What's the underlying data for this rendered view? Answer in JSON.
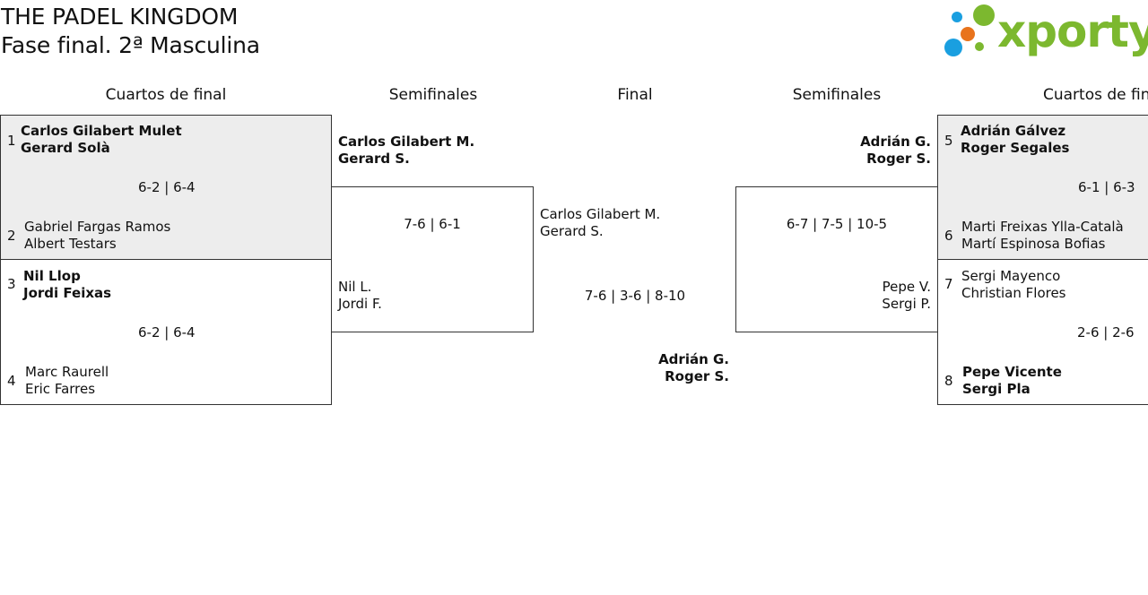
{
  "header": {
    "title": "THE PADEL KINGDOM",
    "subtitle": "Fase final. 2ª Masculina",
    "logo_text": "xporty",
    "logo_colors": {
      "green": "#7cb82f",
      "blue": "#1a9fe0",
      "orange": "#e8731c"
    }
  },
  "rounds": {
    "left_quarters": "Cuartos de final",
    "left_semis": "Semifinales",
    "final": "Final",
    "right_semis": "Semifinales",
    "right_quarters": "Cuartos de final"
  },
  "quarters": {
    "q1": {
      "team_a": {
        "seed": "1",
        "p1": "Carlos Gilabert Mulet",
        "p2": "Gerard Solà"
      },
      "team_b": {
        "seed": "2",
        "p1": "Gabriel Fargas Ramos",
        "p2": "Albert Testars"
      },
      "score": "6-2 | 6-4"
    },
    "q2": {
      "team_a": {
        "seed": "3",
        "p1": "Nil Llop",
        "p2": "Jordi Feixas"
      },
      "team_b": {
        "seed": "4",
        "p1": "Marc Raurell",
        "p2": "Eric Farres"
      },
      "score": "6-2 | 6-4"
    },
    "q3": {
      "team_a": {
        "seed": "5",
        "p1": "Adrián Gálvez",
        "p2": "Roger Segales"
      },
      "team_b": {
        "seed": "6",
        "p1": "Marti Freixas Ylla-Català",
        "p2": "Martí Espinosa Bofias"
      },
      "score": "6-1 | 6-3"
    },
    "q4": {
      "team_a": {
        "seed": "7",
        "p1": "Sergi Mayenco",
        "p2": "Christian Flores"
      },
      "team_b": {
        "seed": "8",
        "p1": "Pepe Vicente",
        "p2": "Sergi Pla"
      },
      "score": "2-6 | 2-6"
    }
  },
  "semis": {
    "left": {
      "team_a": {
        "p1": "Carlos Gilabert M.",
        "p2": "Gerard S."
      },
      "team_b": {
        "p1": "Nil L.",
        "p2": "Jordi F."
      },
      "score": "7-6 | 6-1"
    },
    "right": {
      "team_a": {
        "p1": "Adrián G.",
        "p2": "Roger S."
      },
      "team_b": {
        "p1": "Pepe V.",
        "p2": "Sergi P."
      },
      "score": "6-7 | 7-5 | 10-5"
    }
  },
  "final": {
    "team_a": {
      "p1": "Carlos Gilabert M.",
      "p2": "Gerard S."
    },
    "team_b": {
      "p1": "Adrián G.",
      "p2": "Roger S."
    },
    "score": "7-6 | 3-6 | 8-10"
  }
}
